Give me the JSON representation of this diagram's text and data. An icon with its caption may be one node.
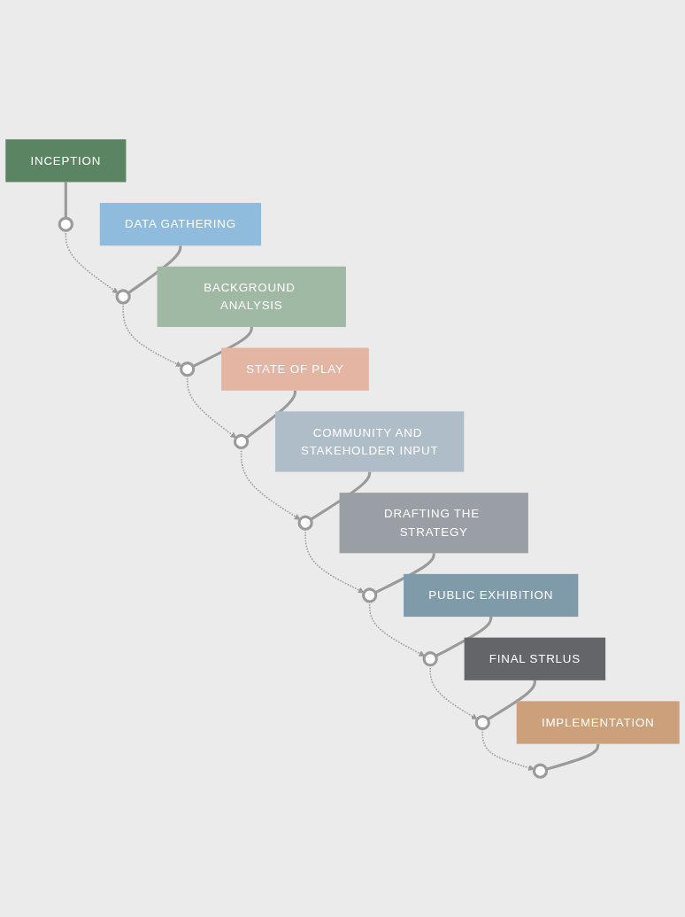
{
  "diagram": {
    "nodes": [
      {
        "text": [
          "INCEPTION"
        ]
      },
      {
        "text": [],
        "shape": "circle"
      },
      {
        "text": [
          "DATA GATHERING"
        ]
      },
      {
        "text": [],
        "shape": "circle"
      },
      {
        "text": [
          "BACKGROUND ANALYSIS"
        ]
      },
      {
        "text": [],
        "shape": "circle"
      },
      {
        "text": [
          "STATE OF PLAY"
        ]
      },
      {
        "text": [],
        "shape": "circle"
      },
      {
        "text": [
          "COMMUNITY AND STAKEHOLDER INPUT"
        ]
      },
      {
        "text": [],
        "shape": "circle"
      },
      {
        "text": [
          "DRAFTING THE STRATEGY"
        ]
      },
      {
        "text": [],
        "shape": "circle"
      },
      {
        "text": [
          "PUBLIC EXHIBITION"
        ]
      },
      {
        "text": [],
        "shape": "circle"
      },
      {
        "text": [
          "FINAL STRLUS"
        ]
      },
      {
        "text": [],
        "shape": "circle"
      },
      {
        "text": [
          "IMPLEMENTATION"
        ]
      },
      {
        "text": [],
        "shape": "circle"
      }
    ],
    "edges": [
      {
        "from": 0,
        "to": 1,
        "arrow": "none"
      },
      {
        "from": 1,
        "to": 3,
        "arrow": "to",
        "style": "dashed"
      },
      {
        "from": 2,
        "to": 3,
        "arrow": "none"
      },
      {
        "from": 3,
        "to": 5,
        "arrow": "to",
        "style": "dashed"
      },
      {
        "from": 4,
        "to": 5,
        "arrow": "none"
      },
      {
        "from": 5,
        "to": 7,
        "arrow": "to",
        "style": "dashed"
      },
      {
        "from": 6,
        "to": 7,
        "arrow": "none"
      },
      {
        "from": 7,
        "to": 9,
        "arrow": "to",
        "style": "dashed"
      },
      {
        "from": 8,
        "to": 9,
        "arrow": "none"
      },
      {
        "from": 9,
        "to": 11,
        "arrow": "to",
        "style": "dashed"
      },
      {
        "from": 10,
        "to": 11,
        "arrow": "none"
      },
      {
        "from": 11,
        "to": 13,
        "arrow": "to",
        "style": "dashed"
      },
      {
        "from": 12,
        "to": 13,
        "arrow": "none"
      },
      {
        "from": 13,
        "to": 15,
        "arrow": "to",
        "style": "dashed"
      },
      {
        "from": 14,
        "to": 15,
        "arrow": "none"
      },
      {
        "from": 15,
        "to": 17,
        "arrow": "to",
        "style": "dashed"
      },
      {
        "from": 16,
        "to": 17,
        "arrow": "none"
      }
    ]
  }
}
